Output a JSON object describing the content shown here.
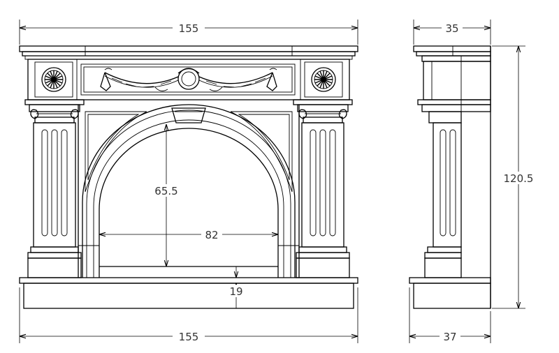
{
  "dimensions": {
    "front_top_width": "155",
    "front_bottom_width": "155",
    "opening_height": "65.5",
    "opening_width": "82",
    "hearth_height": "19",
    "side_top_depth": "35",
    "side_bottom_depth": "37",
    "total_height": "120.5"
  },
  "colors": {
    "line": "#000000",
    "text": "#333333",
    "background": "#ffffff"
  }
}
